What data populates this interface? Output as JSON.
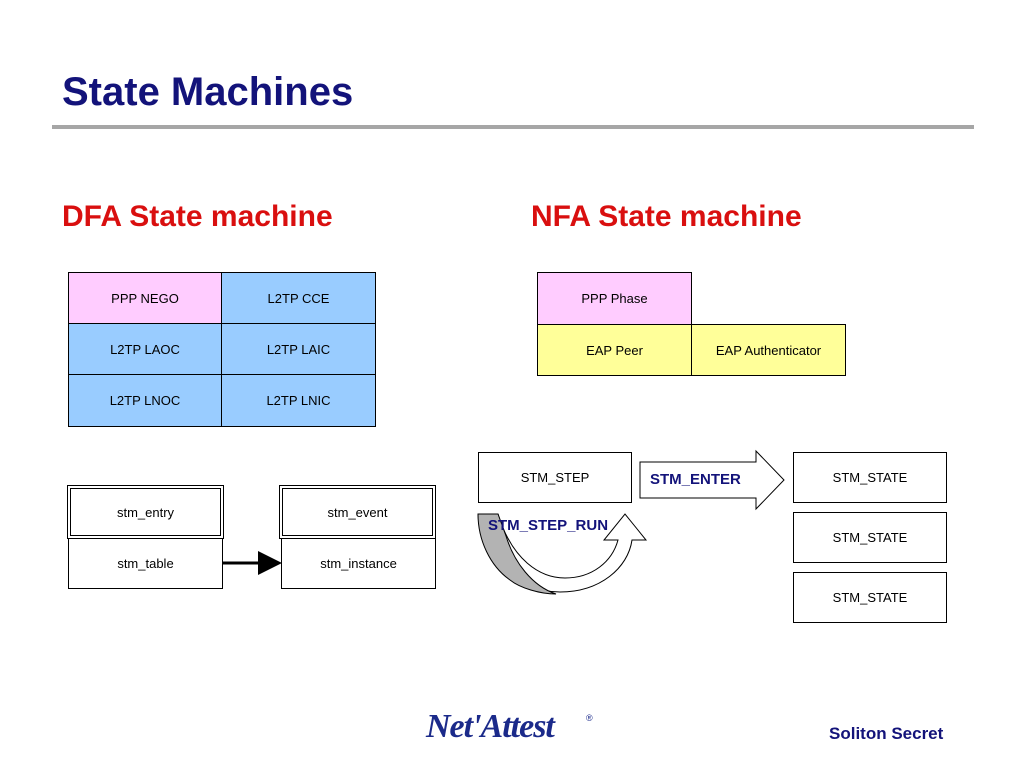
{
  "slide": {
    "title": "State Machines",
    "footer": "Soliton Secret",
    "logo_text": "Net'Attest"
  },
  "dfa": {
    "heading": "DFA State machine",
    "grid": [
      [
        "PPP NEGO",
        "L2TP CCE"
      ],
      [
        "L2TP LAOC",
        "L2TP LAIC"
      ],
      [
        "L2TP LNOC",
        "L2TP LNIC"
      ]
    ],
    "structs": {
      "entry": "stm_entry",
      "table": "stm_table",
      "event": "stm_event",
      "instance": "stm_instance"
    }
  },
  "nfa": {
    "heading": "NFA State machine",
    "ppp_phase": "PPP Phase",
    "eap_peer": "EAP Peer",
    "eap_authenticator": "EAP Authenticator",
    "stm_step": "STM_STEP",
    "stm_step_run": "STM_STEP_RUN",
    "stm_enter": "STM_ENTER",
    "states": [
      "STM_STATE",
      "STM_STATE",
      "STM_STATE"
    ]
  },
  "colors": {
    "title": "#13137a",
    "heading": "#d90f0f",
    "pink": "#ffccff",
    "blue": "#99ccff",
    "yellow": "#ffff99"
  }
}
